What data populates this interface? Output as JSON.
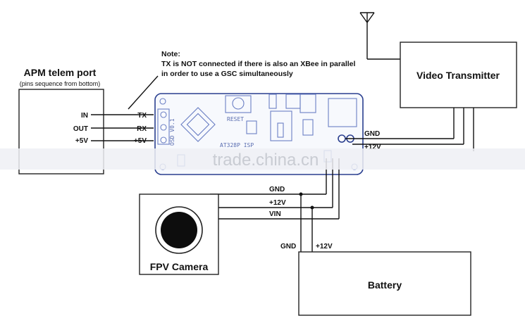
{
  "apm": {
    "title": "APM telem port",
    "subtitle": "(pins sequence from bottom)",
    "pins": [
      "IN",
      "OUT",
      "+5V"
    ]
  },
  "osd": {
    "pins": [
      "TX",
      "RX",
      "+5V"
    ],
    "labels": [
      "OSD V0.1",
      "RESET",
      "AT328P ISP"
    ]
  },
  "note": {
    "heading": "Note:",
    "line1": "TX is NOT connected if there is also an XBee in parallel",
    "line2": "in order to use a GSC simultaneously"
  },
  "video_tx": {
    "title": "Video Transmitter",
    "gnd": "GND",
    "v12": "+12V"
  },
  "camera": {
    "title": "FPV Camera",
    "wires": [
      "GND",
      "+12V",
      "VIN"
    ]
  },
  "battery": {
    "title": "Battery",
    "gnd": "GND",
    "v12": "+12V"
  },
  "watermark": "trade.china.cn"
}
